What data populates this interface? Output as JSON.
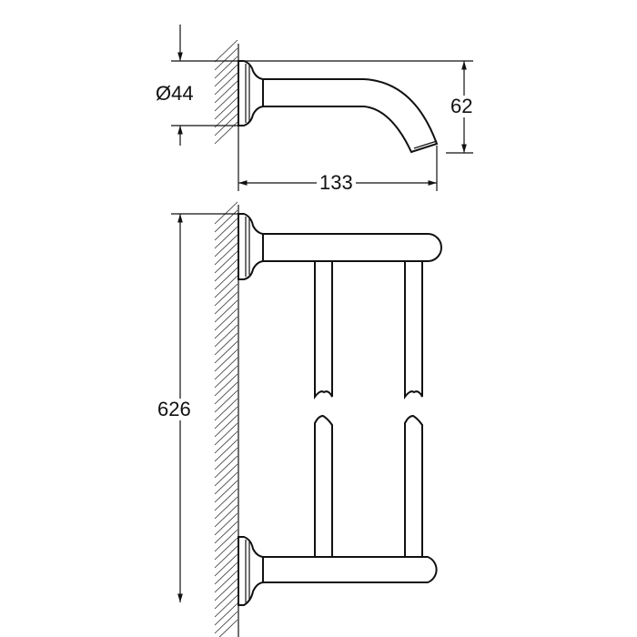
{
  "drawing": {
    "dimensions": {
      "diameter": "Ø44",
      "height_offset": "62",
      "projection": "133",
      "overall_height": "626"
    },
    "colors": {
      "line": "#111111",
      "background": "#ffffff"
    }
  }
}
